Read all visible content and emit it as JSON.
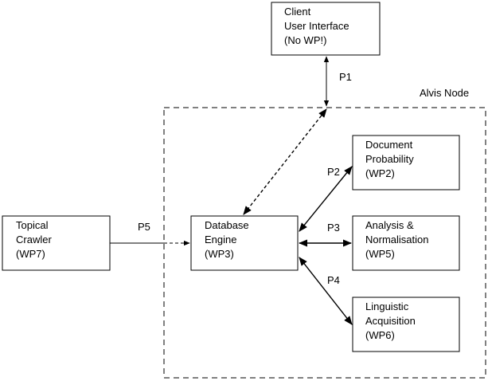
{
  "node": {
    "label": "Alvis Node"
  },
  "boxes": {
    "client": {
      "lines": [
        "Client",
        "User Interface",
        "(No WP!)"
      ]
    },
    "docprob": {
      "lines": [
        "Document",
        "Probability",
        "(WP2)"
      ]
    },
    "analysis": {
      "lines": [
        "Analysis &",
        "Normalisation",
        "(WP5)"
      ]
    },
    "linguistic": {
      "lines": [
        "Linguistic",
        "Acquisition",
        "(WP6)"
      ]
    },
    "database": {
      "lines": [
        "Database",
        "Engine",
        "(WP3)"
      ]
    },
    "crawler": {
      "lines": [
        "Topical",
        "Crawler",
        "(WP7)"
      ]
    }
  },
  "links": {
    "p1": "P1",
    "p2": "P2",
    "p3": "P3",
    "p4": "P4",
    "p5": "P5"
  }
}
